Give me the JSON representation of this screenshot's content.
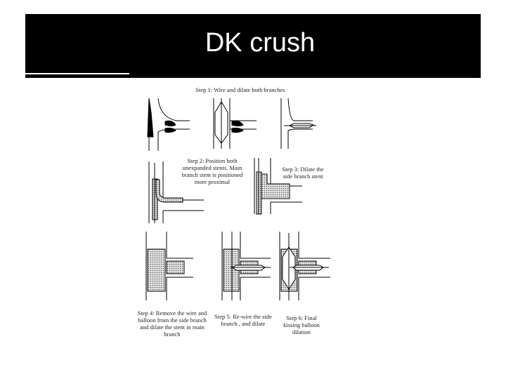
{
  "slide": {
    "title": "DK crush"
  },
  "captions": {
    "step1": "Step 1: Wire and dilate both branches",
    "step2": "Step 2: Position both unexpanded stents. Main branch stent is positioned more proximal",
    "step3": "Step 3: Dilate the side branch stent",
    "step4": "Step 4: Remove the wire and balloon from the side branch and dilate the stent in main branch",
    "step5": "Step 5: Re-wire the side branch , and dilate",
    "step6": "Step 6: Final kissing balloon dilation"
  }
}
